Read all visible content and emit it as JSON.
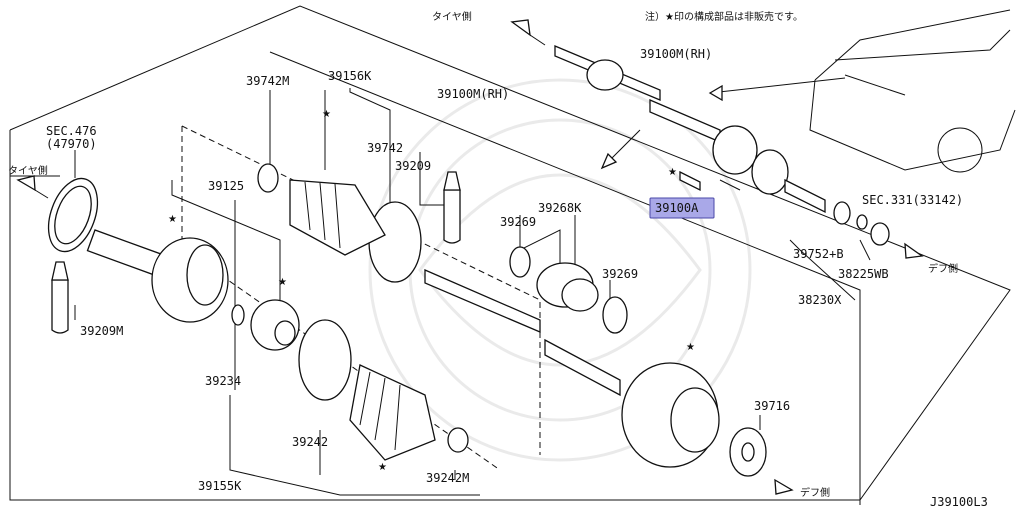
{
  "diagram": {
    "drawing_code": "J39100L3",
    "note": "注）★印の構成部品は非販売です。",
    "directions": {
      "tire_side_top": "タイヤ側",
      "tire_side_left": "タイヤ側",
      "diff_side_right": "デフ側",
      "diff_side_bottom": "デフ側"
    },
    "labels": {
      "p39742M": "39742M",
      "p39156K": "39156K",
      "p39100M_RH_center": "39100M(RH)",
      "p39100M_RH_top": "39100M(RH)",
      "p39742": "39742",
      "p39209": "39209",
      "p39125": "39125",
      "sec476_a": "SEC.476",
      "sec476_b": "(47970)",
      "p39209M": "39209M",
      "p39234": "39234",
      "p39242": "39242",
      "p39155K": "39155K",
      "p39242M": "39242M",
      "p39269_a": "39269",
      "p39268K": "39268K",
      "p39269_b": "39269",
      "p39100A": "39100A",
      "p39752B": "39752+B",
      "p38225WB": "38225WB",
      "p38230X": "38230X",
      "sec331": "SEC.331(33142)",
      "p39716": "39716"
    },
    "highlight_color": "#a9a8e8"
  }
}
